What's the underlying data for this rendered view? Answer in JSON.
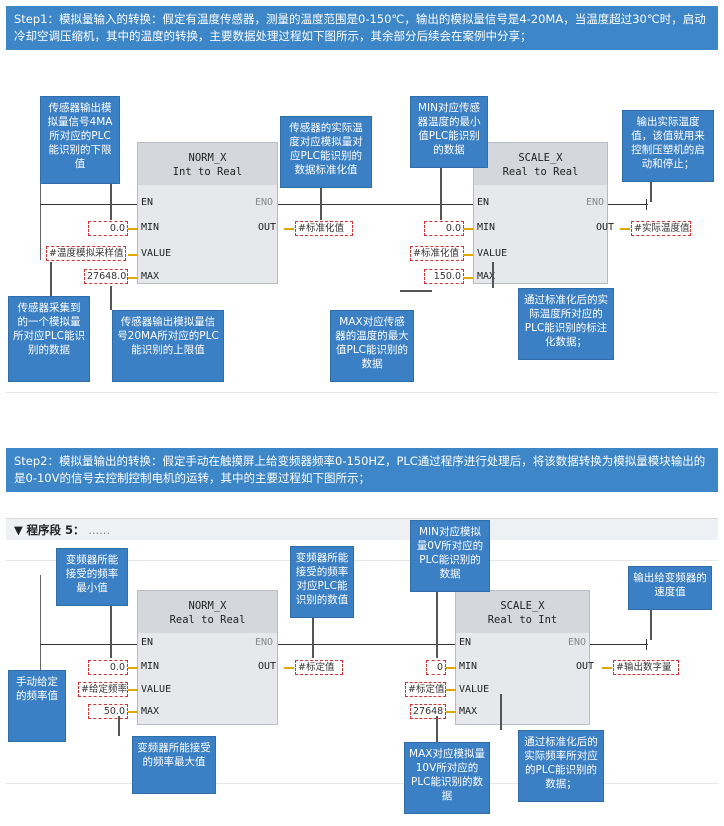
{
  "step1": {
    "title": "Step1：模拟量输入的转换：假定有温度传感器，测量的温度范围是0-150℃，输出的模拟量信号是4-20MA，当温度超过30℃时，启动冷却空调压缩机，其中的温度的转换，主要数据处理过程如下图所示，其余部分后续会在案例中分享；",
    "norm": {
      "name": "NORM_X",
      "types": "Int to Real",
      "en": "EN",
      "eno": "ENO",
      "min": "MIN",
      "value": "VALUE",
      "max": "MAX",
      "out": "OUT"
    },
    "scale": {
      "name": "SCALE_X",
      "types": "Real to Real",
      "en": "EN",
      "eno": "ENO",
      "min": "MIN",
      "value": "VALUE",
      "max": "MAX",
      "out": "OUT"
    },
    "operands": {
      "norm_min": "0.0",
      "norm_value": "#温度模拟采样值",
      "norm_max": "27648.0",
      "norm_out": "#标准化值",
      "scale_min": "0.0",
      "scale_value": "#标准化值",
      "scale_max": "150.0",
      "scale_out": "#实际温度值"
    },
    "callouts": {
      "c1": "传感器输出模拟量信号4MA所对应的PLC能识别的下限值",
      "c2": "传感器的实际温度对应模拟量对应PLC能识别的数据标准化值",
      "c3": "MIN对应传感器温度的最小值PLC能识别的数据",
      "c4": "输出实际温度值，该值就用来控制压塑机的启动和停止；",
      "c5": "传感器采集到的一个模拟量所对应PLC能识别的数据",
      "c6": "传感器输出模拟量信号20MA所对应的PLC能识别的上限值",
      "c7": "MAX对应传感器的温度的最大值PLC能识别的数据",
      "c8": "通过标准化后的实际温度所对应的PLC能识别的标注化数据；"
    }
  },
  "step2": {
    "title": "Step2：模拟量输出的转换：假定手动在触摸屏上给变频器频率0-150HZ，PLC通过程序进行处理后，将该数据转换为模拟量模块输出的是0-10V的信号去控制控制电机的运转，其中的主要过程如下图所示；",
    "segment": "程序段 5：",
    "segment_suffix": "......",
    "norm": {
      "name": "NORM_X",
      "types": "Real to Real",
      "en": "EN",
      "eno": "ENO",
      "min": "MIN",
      "value": "VALUE",
      "max": "MAX",
      "out": "OUT"
    },
    "scale": {
      "name": "SCALE_X",
      "types": "Real to Int",
      "en": "EN",
      "eno": "ENO",
      "min": "MIN",
      "value": "VALUE",
      "max": "MAX",
      "out": "OUT"
    },
    "operands": {
      "norm_min": "0.0",
      "norm_value": "#给定频率",
      "norm_max": "50.0",
      "norm_out": "#标定值",
      "scale_min": "0",
      "scale_value": "#标定值",
      "scale_max": "27648",
      "scale_out": "#输出数字量"
    },
    "callouts": {
      "c1": "变频器所能接受的频率最小值",
      "c2": "变频器所能接受的频率对应PLC能识别的数值",
      "c3": "MIN对应模拟量0V所对应的PLC能识别的数据",
      "c4": "输出给变频器的速度值",
      "c5": "手动给定的频率值",
      "c6": "变频器所能接受的频率最大值",
      "c7": "MAX对应模拟量10V所对应的PLC能识别的数据",
      "c8": "通过标准化后的实际频率所对应的PLC能识别的数据；"
    }
  }
}
